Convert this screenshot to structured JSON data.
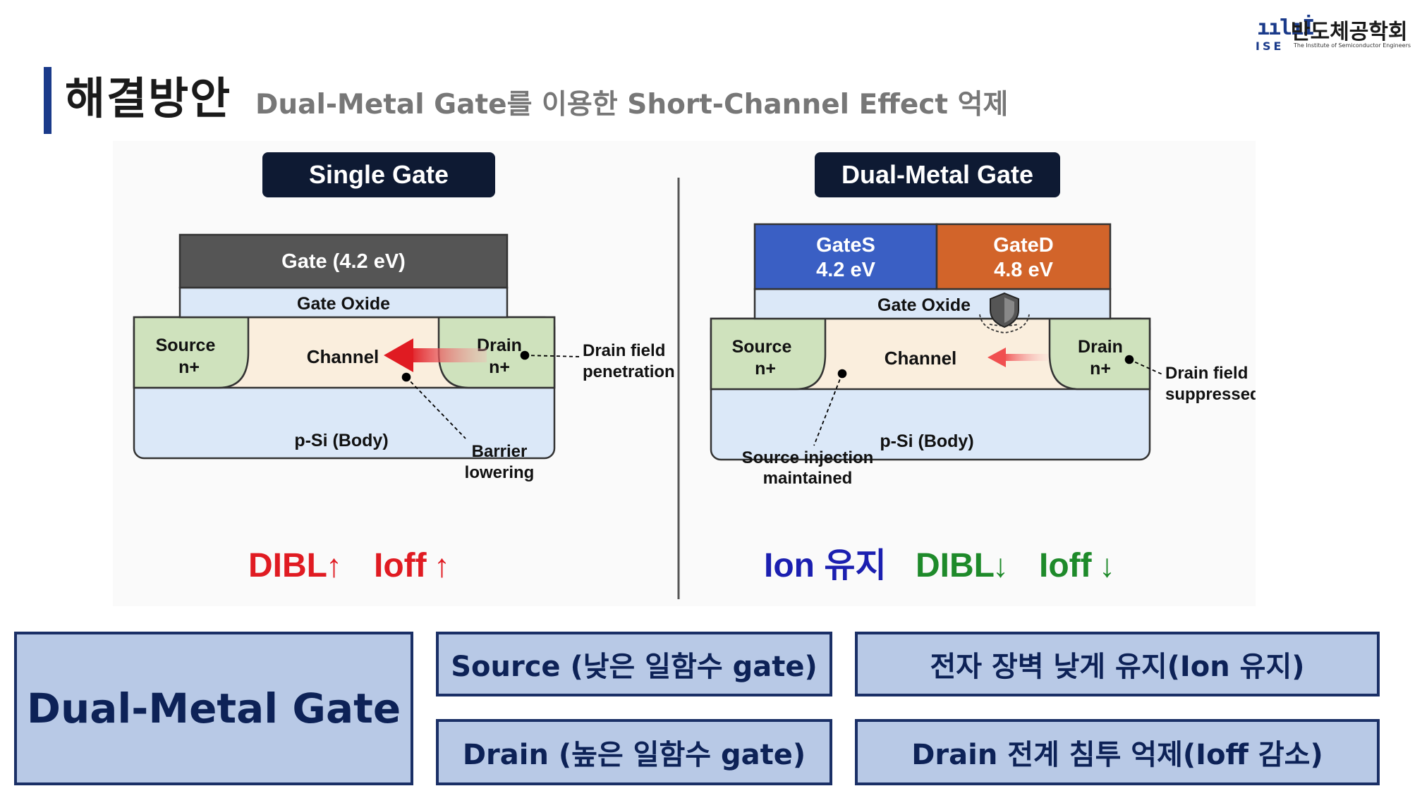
{
  "header": {
    "title": "해결방안",
    "subtitle": "Dual-Metal Gate를 이용한 Short-Channel Effect 억제"
  },
  "logo": {
    "mark": "ıılıİ",
    "korean_name": "반도체공학회",
    "abbr": "ISE",
    "english_name": "The Institute of Semiconductor Engineers"
  },
  "left_panel": {
    "header": "Single Gate",
    "gate_label": "Gate (4.2 eV)",
    "oxide_label": "Gate Oxide",
    "source_line1": "Source",
    "source_line2": "n+",
    "channel_label": "Channel",
    "drain_line1": "Drain",
    "drain_line2": "n+",
    "body_label": "p-Si (Body)",
    "callout_drain_1": "Drain field",
    "callout_drain_2": "penetration",
    "callout_barrier_1": "Barrier",
    "callout_barrier_2": "lowering",
    "result_dibl": "DIBL",
    "result_ioff": "Ioff",
    "arrow_up": "↑"
  },
  "right_panel": {
    "header": "Dual-Metal Gate",
    "gate_s_line1": "GateS",
    "gate_s_line2": "4.2 eV",
    "gate_d_line1": "GateD",
    "gate_d_line2": "4.8 eV",
    "oxide_label": "Gate Oxide",
    "source_line1": "Source",
    "source_line2": "n+",
    "channel_label": "Channel",
    "drain_line1": "Drain",
    "drain_line2": "n+",
    "body_label": "p-Si (Body)",
    "callout_source_1": "Source injection",
    "callout_source_2": "maintained",
    "callout_drain_1": "Drain field",
    "callout_drain_2": "suppressed",
    "result_ion": "Ion 유지",
    "result_dibl": "DIBL",
    "result_ioff": "Ioff",
    "arrow_down": "↓"
  },
  "summary": {
    "main": "Dual-Metal Gate",
    "source_gate": "Source (낮은 일함수 gate)",
    "drain_gate": "Drain  (높은 일함수 gate)",
    "ion_keep": "전자 장벽 낮게 유지(Ion 유지)",
    "ioff_reduce": "Drain 전계 침투 억제(Ioff 감소)"
  },
  "colors": {
    "accent_navy": "#1a3a8a",
    "box_fill": "#b8c9e6",
    "gate_single": "#555555",
    "gate_s": "#3a5fc4",
    "gate_d": "#d2642a",
    "oxide": "#dbe8f8",
    "source_drain": "#cfe2bd",
    "channel": "#faeedd",
    "body": "#dbe8f8",
    "red": "#e01b22",
    "green": "#1e8a2a",
    "blue": "#1b1fb0"
  }
}
